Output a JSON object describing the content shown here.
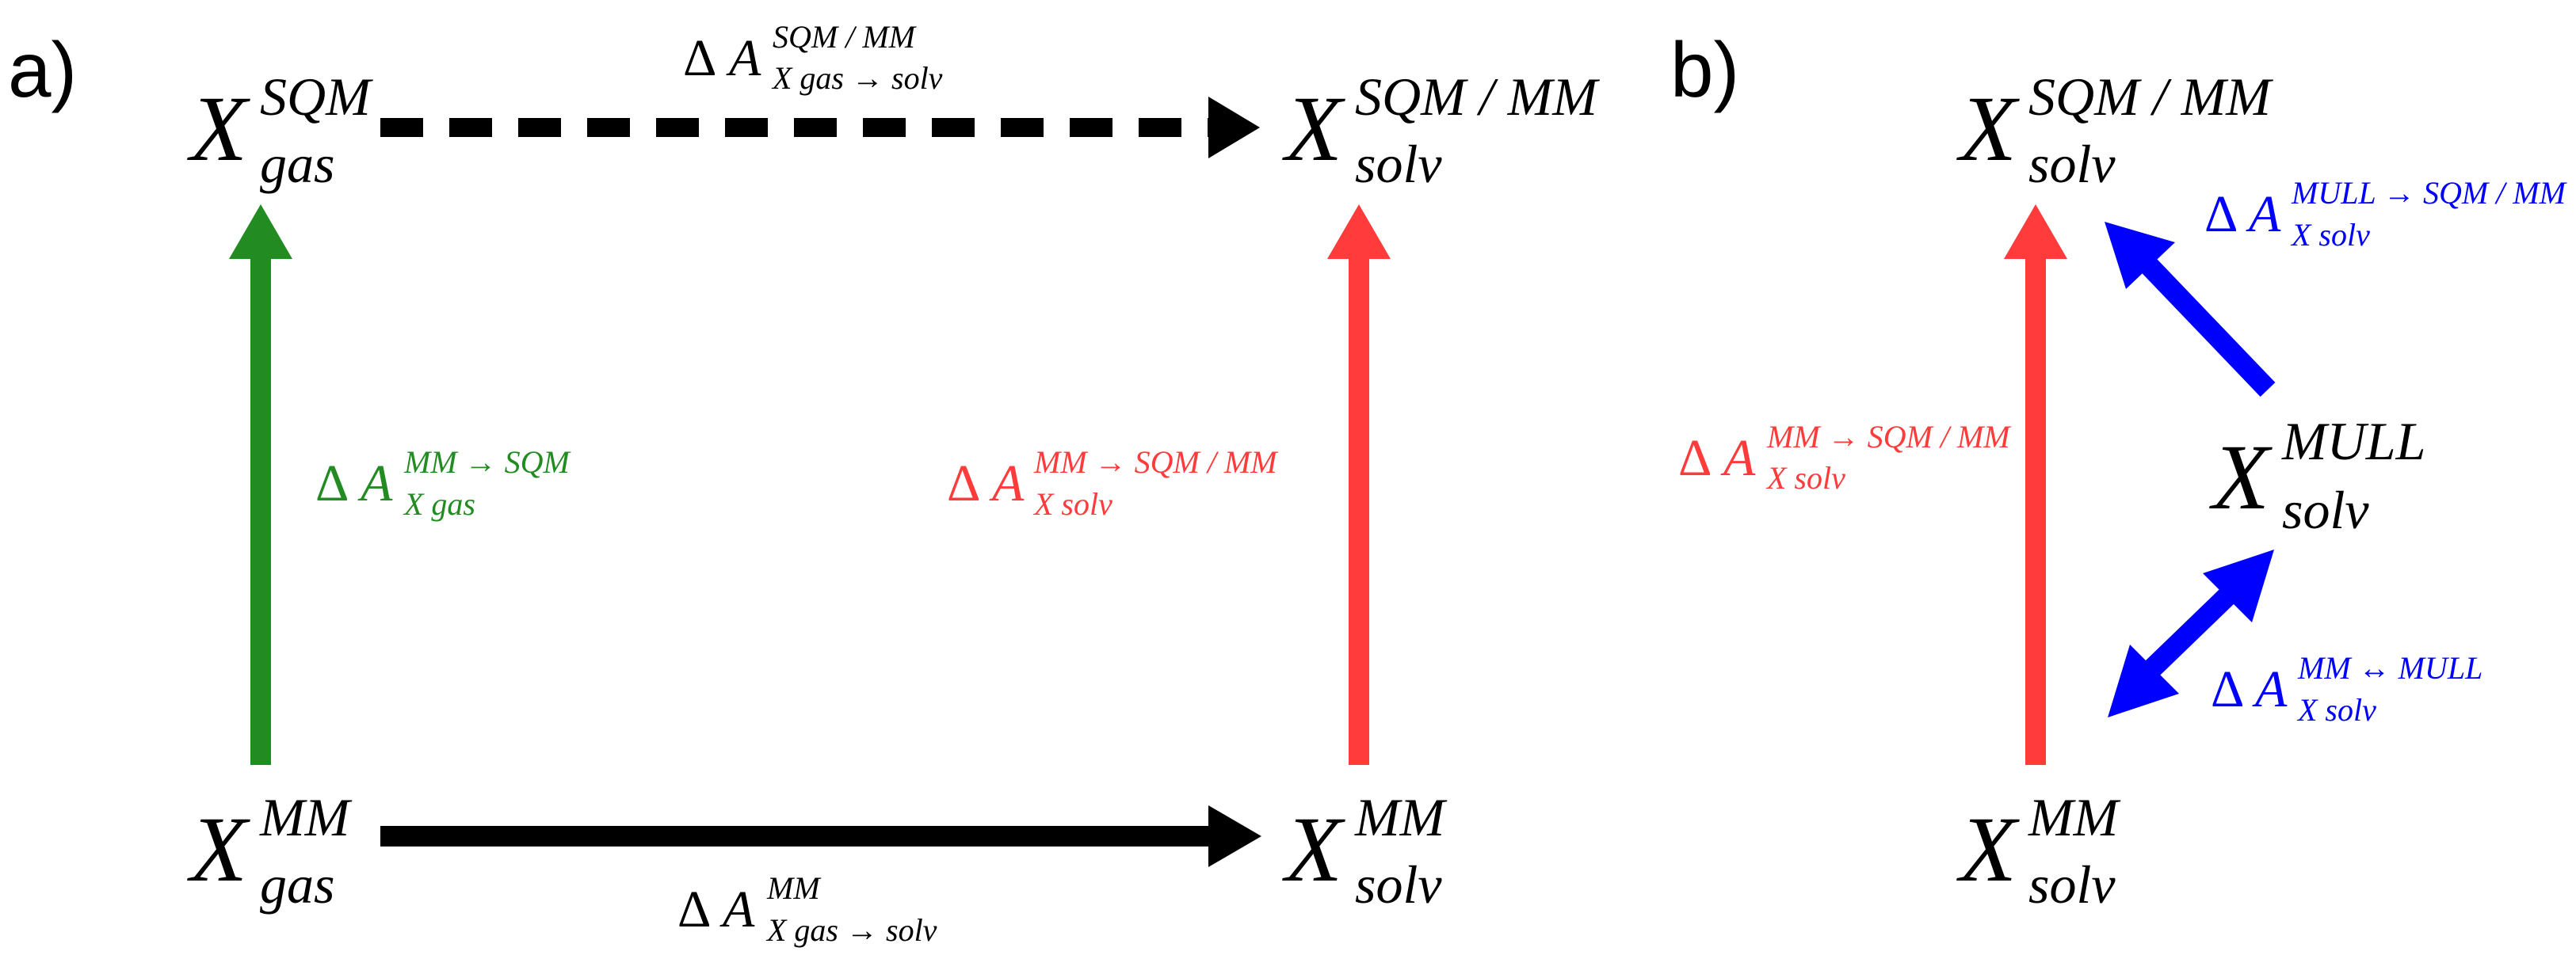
{
  "figure": {
    "panels": [
      {
        "letter": "a)",
        "states": {
          "gas_sqm": {
            "base": "X",
            "sup": "SQM",
            "sub": "gas"
          },
          "solv_sqmmm": {
            "base": "X",
            "sup": "SQM / MM",
            "sub": "solv"
          },
          "gas_mm": {
            "base": "X",
            "sup": "MM",
            "sub": "gas"
          },
          "solv_mm": {
            "base": "X",
            "sup": "MM",
            "sub": "solv"
          }
        },
        "transitions": {
          "top": {
            "delta": "Δ",
            "base": "A",
            "sup": "SQM / MM",
            "sub": "X gas → solv",
            "color": "#000000",
            "style": "dashed"
          },
          "left": {
            "delta": "Δ",
            "base": "A",
            "sup": "MM → SQM",
            "sub": "X gas",
            "color": "#228b22",
            "style": "solid"
          },
          "right": {
            "delta": "Δ",
            "base": "A",
            "sup": "MM → SQM / MM",
            "sub": "X solv",
            "color": "#ff3b3b",
            "style": "solid"
          },
          "bottom": {
            "delta": "Δ",
            "base": "A",
            "sup": "MM",
            "sub": "X gas → solv",
            "color": "#000000",
            "style": "solid"
          }
        }
      },
      {
        "letter": "b)",
        "states": {
          "solv_sqmmm": {
            "base": "X",
            "sup": "SQM / MM",
            "sub": "solv"
          },
          "solv_null": {
            "base": "X",
            "sup": "MULL",
            "sub": "solv"
          },
          "solv_mm": {
            "base": "X",
            "sup": "MM",
            "sub": "solv"
          }
        },
        "transitions": {
          "vertical": {
            "delta": "Δ",
            "base": "A",
            "sup": "MM → SQM / MM",
            "sub": "X solv",
            "color": "#ff3b3b",
            "style": "solid"
          },
          "upper_diag": {
            "delta": "Δ",
            "base": "A",
            "sup": "MULL → SQM / MM",
            "sub": "X solv",
            "color": "#0000ff",
            "style": "solid"
          },
          "lower_diag": {
            "delta": "Δ",
            "base": "A",
            "sup": "MM ↔ MULL",
            "sub": "X solv",
            "color": "#0000ff",
            "style": "solid"
          }
        }
      }
    ]
  }
}
